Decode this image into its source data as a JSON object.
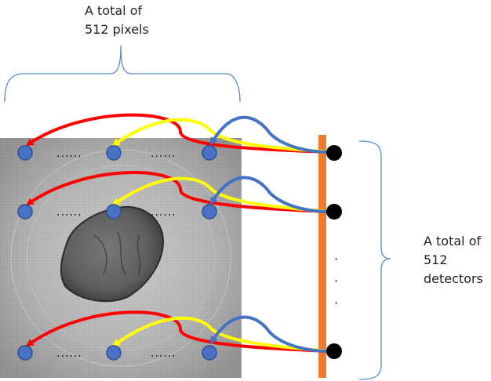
{
  "pixels_label": [
    "A total of",
    "512 pixels"
  ],
  "detectors_label": [
    "A total of",
    "512",
    "detectors"
  ],
  "row_ellipsis": "......",
  "vertical_ellipsis": [
    "·",
    "·",
    "·"
  ],
  "colors": {
    "pixel_dot": "#4a72c4",
    "pixel_dot_stroke": "#2f4f8f",
    "detector_dot": "#000000",
    "detector_bar": "#ee7b30",
    "arrow_red": "#ff0000",
    "arrow_yellow": "#ffff00",
    "arrow_blue": "#4472c4",
    "brace": "#5b87c8"
  }
}
